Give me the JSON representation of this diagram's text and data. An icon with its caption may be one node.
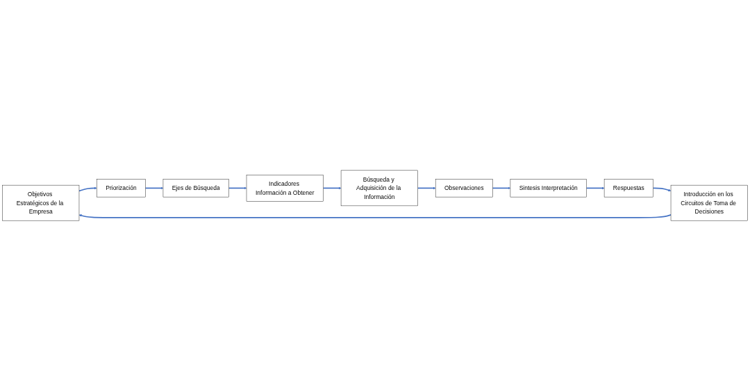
{
  "diagram": {
    "nodes": [
      {
        "text": [
          "Objetivos Estratégicos de la Empresa"
        ]
      },
      {
        "text": [
          "Introducción en los Circuitos de Toma de Decisiones"
        ]
      },
      {
        "text": [
          "Priorización"
        ]
      },
      {
        "text": [
          "Ejes de Búsqueda"
        ]
      },
      {
        "text": [
          "Indicadores Información a Obtener"
        ]
      },
      {
        "text": [
          "Búsqueda y Adquisición de la Información"
        ]
      },
      {
        "text": [
          "Observaciones"
        ]
      },
      {
        "text": [
          "Sintesis Interpretación"
        ]
      },
      {
        "text": [
          "Respuestas"
        ]
      }
    ],
    "edges": [
      {
        "from": 1,
        "to": 0,
        "arrow": "to"
      },
      {
        "from": 0,
        "to": 2,
        "arrow": "to"
      },
      {
        "from": 2,
        "to": 3,
        "arrow": "to"
      },
      {
        "from": 3,
        "to": 4,
        "arrow": "to"
      },
      {
        "from": 4,
        "to": 5,
        "arrow": "to"
      },
      {
        "from": 5,
        "to": 6,
        "arrow": "to"
      },
      {
        "from": 6,
        "to": 7,
        "arrow": "to"
      },
      {
        "from": 7,
        "to": 8,
        "arrow": "to"
      },
      {
        "from": 8,
        "to": 1,
        "arrow": "to"
      }
    ]
  }
}
